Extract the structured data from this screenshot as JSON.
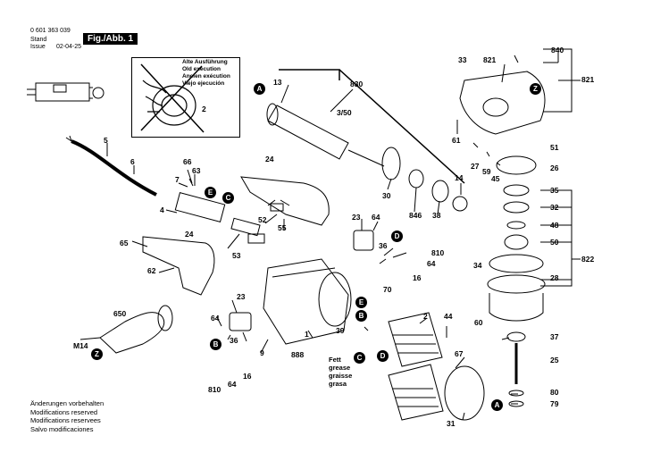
{
  "header": {
    "part_no": "0 601 363 039",
    "stand": "Stand",
    "issue": "Issue",
    "date": "02-04-25",
    "figure_label": "Fig./Abb. 1"
  },
  "legend_box": {
    "lines": [
      "Alte Ausführung",
      "Old execution",
      "Ancien exécution",
      "Viejo ejecución"
    ],
    "ref": "2"
  },
  "footer_notes": [
    "Änderungen vorbehalten",
    "Modifications reserved",
    "Modifications reservees",
    "Salvo modificaciones"
  ],
  "grease_note": [
    "Fett",
    "grease",
    "graisse",
    "grasa"
  ],
  "labels": {
    "l5": "5",
    "l6": "6",
    "l66": "66",
    "l63": "63",
    "l7": "7",
    "l4": "4",
    "l24a": "24",
    "l24b": "24",
    "l65": "65",
    "l62": "62",
    "l53": "53",
    "l52": "52",
    "l55": "55",
    "l650": "650",
    "lM14": "M14",
    "l13": "13",
    "l830": "830",
    "l350": "3/50",
    "l30": "30",
    "l846": "846",
    "l38": "38",
    "l14": "14",
    "l23a": "23",
    "l64a": "64",
    "l36a": "36",
    "l810a": "810",
    "l64b": "64",
    "l16a": "16",
    "l70": "70",
    "l23b": "23",
    "l64c": "64",
    "l36b": "36",
    "l9": "9",
    "l888": "888",
    "l1": "1",
    "l810b": "810",
    "l64d": "64",
    "l16b": "16",
    "l39": "39",
    "l2": "2",
    "l44": "44",
    "l67": "67",
    "l31": "31",
    "l33": "33",
    "l821a": "821",
    "l840": "840",
    "l821b": "821",
    "l61": "61",
    "l27": "27",
    "l59": "59",
    "l45": "45",
    "l51": "51",
    "l26": "26",
    "l35": "35",
    "l32": "32",
    "l48": "48",
    "l50": "50",
    "l822": "822",
    "l34": "34",
    "l28": "28",
    "l60": "60",
    "l37": "37",
    "l25": "25",
    "l80": "80",
    "l79": "79"
  },
  "callouts": {
    "A1": "A",
    "A2": "A",
    "B1": "B",
    "B2": "B",
    "C1": "C",
    "C2": "C",
    "D1": "D",
    "D2": "D",
    "E1": "E",
    "E2": "E",
    "Z1": "Z",
    "Z2": "Z"
  }
}
